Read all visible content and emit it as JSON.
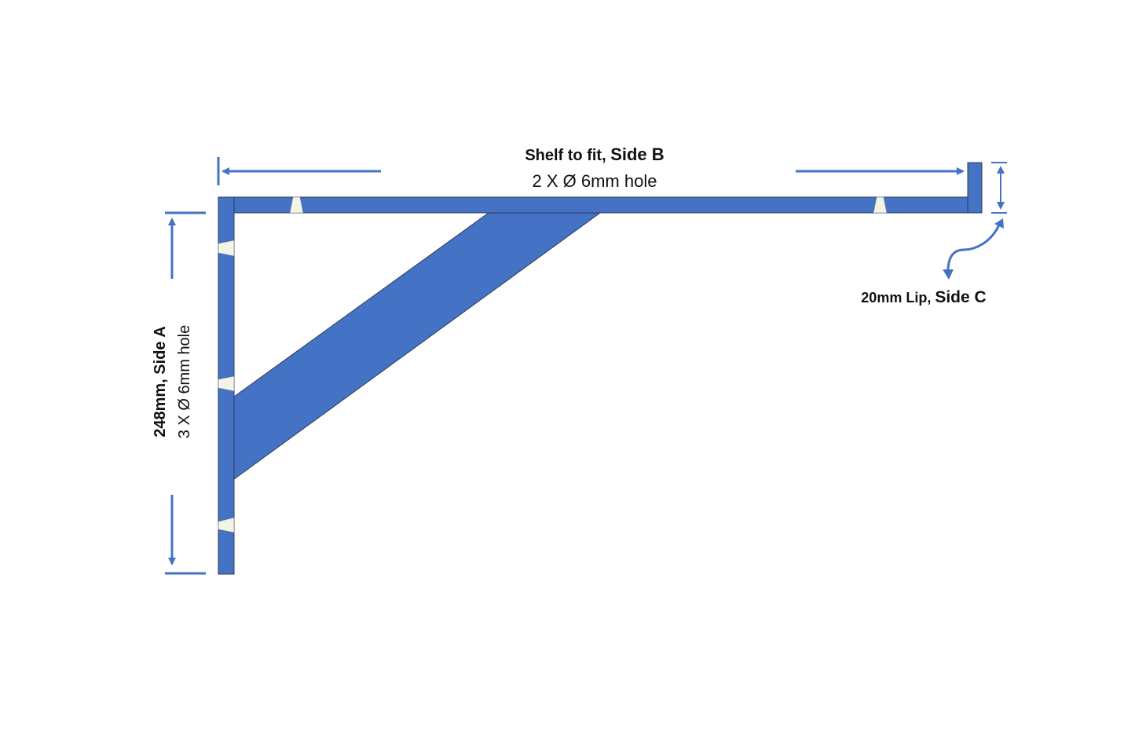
{
  "colors": {
    "bracket": "#4472c4",
    "arrow": "#4472c4",
    "hole": "#f3f3e6",
    "text": "#111111",
    "background": "#ffffff"
  },
  "side_b": {
    "line1_prefix": "Shelf to fit, ",
    "line1_bold": "Side B",
    "line2": "2 X Ø 6mm hole"
  },
  "side_a": {
    "line1": "248mm, Side A",
    "line2": "3 X Ø 6mm hole"
  },
  "side_c": {
    "prefix": "20mm Lip, ",
    "bold": "Side C"
  }
}
